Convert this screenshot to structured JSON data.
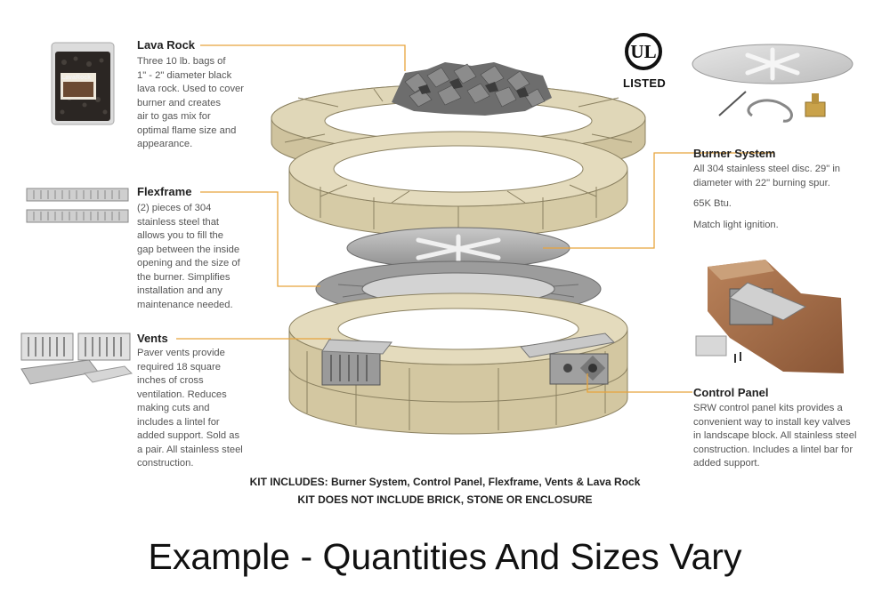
{
  "components": {
    "lava_rock": {
      "title": "Lava Rock",
      "lines": [
        "Three 10 lb. bags of",
        "1\" - 2\" diameter black",
        "lava rock. Used to cover",
        "burner and creates",
        "air to gas mix for",
        "optimal flame size and",
        "appearance."
      ]
    },
    "flexframe": {
      "title": "Flexframe",
      "lines": [
        "(2) pieces of 304",
        "stainless steel that",
        "allows you to fill the",
        "gap between the inside",
        "opening and the size of",
        "the burner. Simplifies",
        "installation and any",
        "maintenance needed."
      ]
    },
    "vents": {
      "title": "Vents",
      "lines": [
        "Paver vents provide",
        "required 18 square",
        "inches of cross",
        "ventilation. Reduces",
        "making cuts and",
        "includes a lintel for",
        "added support. Sold as",
        "a pair. All stainless steel",
        "construction."
      ]
    },
    "burner_system": {
      "title": "Burner System",
      "lines": [
        "All 304 stainless steel disc. 29\" in",
        "diameter with 22\" burning spur."
      ],
      "btu": "65K Btu.",
      "ignition": "Match light ignition."
    },
    "control_panel": {
      "title": "Control Panel",
      "lines": [
        "SRW control panel kits provides a",
        "convenient way to install key valves",
        "in landscape block. All stainless steel",
        "construction. Includes a lintel bar for",
        "added support."
      ]
    }
  },
  "ul_badge": {
    "mark": "UL",
    "text": "LISTED"
  },
  "bag_label": "LavaRock",
  "kit_includes": "KIT INCLUDES: Burner System, Control Panel, Flexframe, Vents & Lava Rock",
  "kit_excludes": "KIT DOES NOT INCLUDE BRICK, STONE OR ENCLOSURE",
  "footer": "Example - Quantities And Sizes Vary",
  "colors": {
    "leader_line": "#e8a43c",
    "block": "#d8cfae",
    "block_dark": "#b5aa85",
    "steel": "#b9b9b9"
  }
}
